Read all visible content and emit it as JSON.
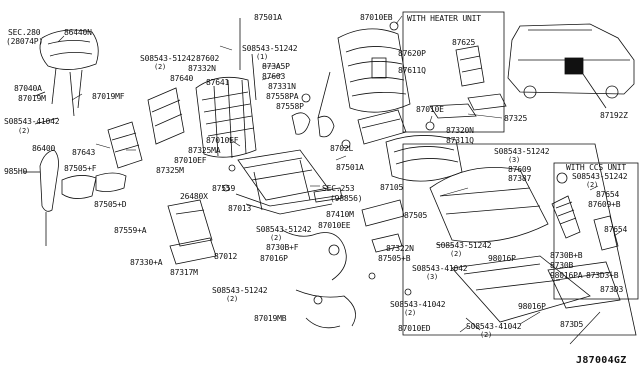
{
  "diagram_code": "J87004GZ",
  "boxes": {
    "heater": "WITH HEATER UNIT",
    "ccs": "WITH CCS UNIT"
  },
  "labels": {
    "sec280": "SEC.280",
    "sec280_ref": "(28074P)",
    "p86440N": "86440N",
    "p87040A": "87040A",
    "p87019M": "87019M",
    "bolt08543_41042": "S08543-41042",
    "qty2": "(2)",
    "qty1": "(1)",
    "qty3": "(3)",
    "p86400": "86400",
    "p985H0": "985H0",
    "p87643": "87643",
    "p87019MF": "87019MF",
    "p87505F": "87505+F",
    "p87505D": "87505+D",
    "p87559A": "87559+A",
    "p87330A": "87330+A",
    "p87317M": "87317M",
    "bolt08543_51242": "S08543-51242",
    "p87501A": "87501A",
    "p87602": "87602",
    "p87332N": "87332N",
    "p87640": "87640",
    "p87641": "87641",
    "p873A5P": "873A5P",
    "p87603": "87603",
    "p87331N": "87331N",
    "p87558PA": "87558PA",
    "p87558P": "87558P",
    "p87010EF": "87010EF",
    "p87325MA": "87325MA",
    "p87325M": "87325M",
    "p87559": "87559",
    "p26480X": "26480X",
    "p87012": "87012",
    "p87013": "87013",
    "p87016P": "87016P",
    "p8730BF": "8730B+F",
    "p87019MB": "87019MB",
    "p87410M": "87410M",
    "p87010EE": "87010EE",
    "p87021": "8702L",
    "sec253": "SEC.253",
    "sec253_ref": "(98856)",
    "p87105": "87105",
    "p87010EB": "87010EB",
    "p87620P": "87620P",
    "p87611Q": "87611Q",
    "p87010E": "87010E",
    "p87320N": "87320N",
    "p87311Q": "87311Q",
    "p87625": "87625",
    "p87325": "87325",
    "p87192Z": "87192Z",
    "p87609": "87609",
    "p87387": "87387",
    "p87654": "87654",
    "p87609B": "87609+B",
    "p87505": "87505",
    "p87322N": "87322N",
    "p87505B": "87505+B",
    "p98016P": "98016P",
    "p8730BB": "8730B+B",
    "p8730B": "8730B",
    "p98016PA": "98016PA",
    "p873D3B": "873D3+B",
    "p873D3": "873D3",
    "p87010ED": "87010ED",
    "p873D5": "873D5"
  }
}
